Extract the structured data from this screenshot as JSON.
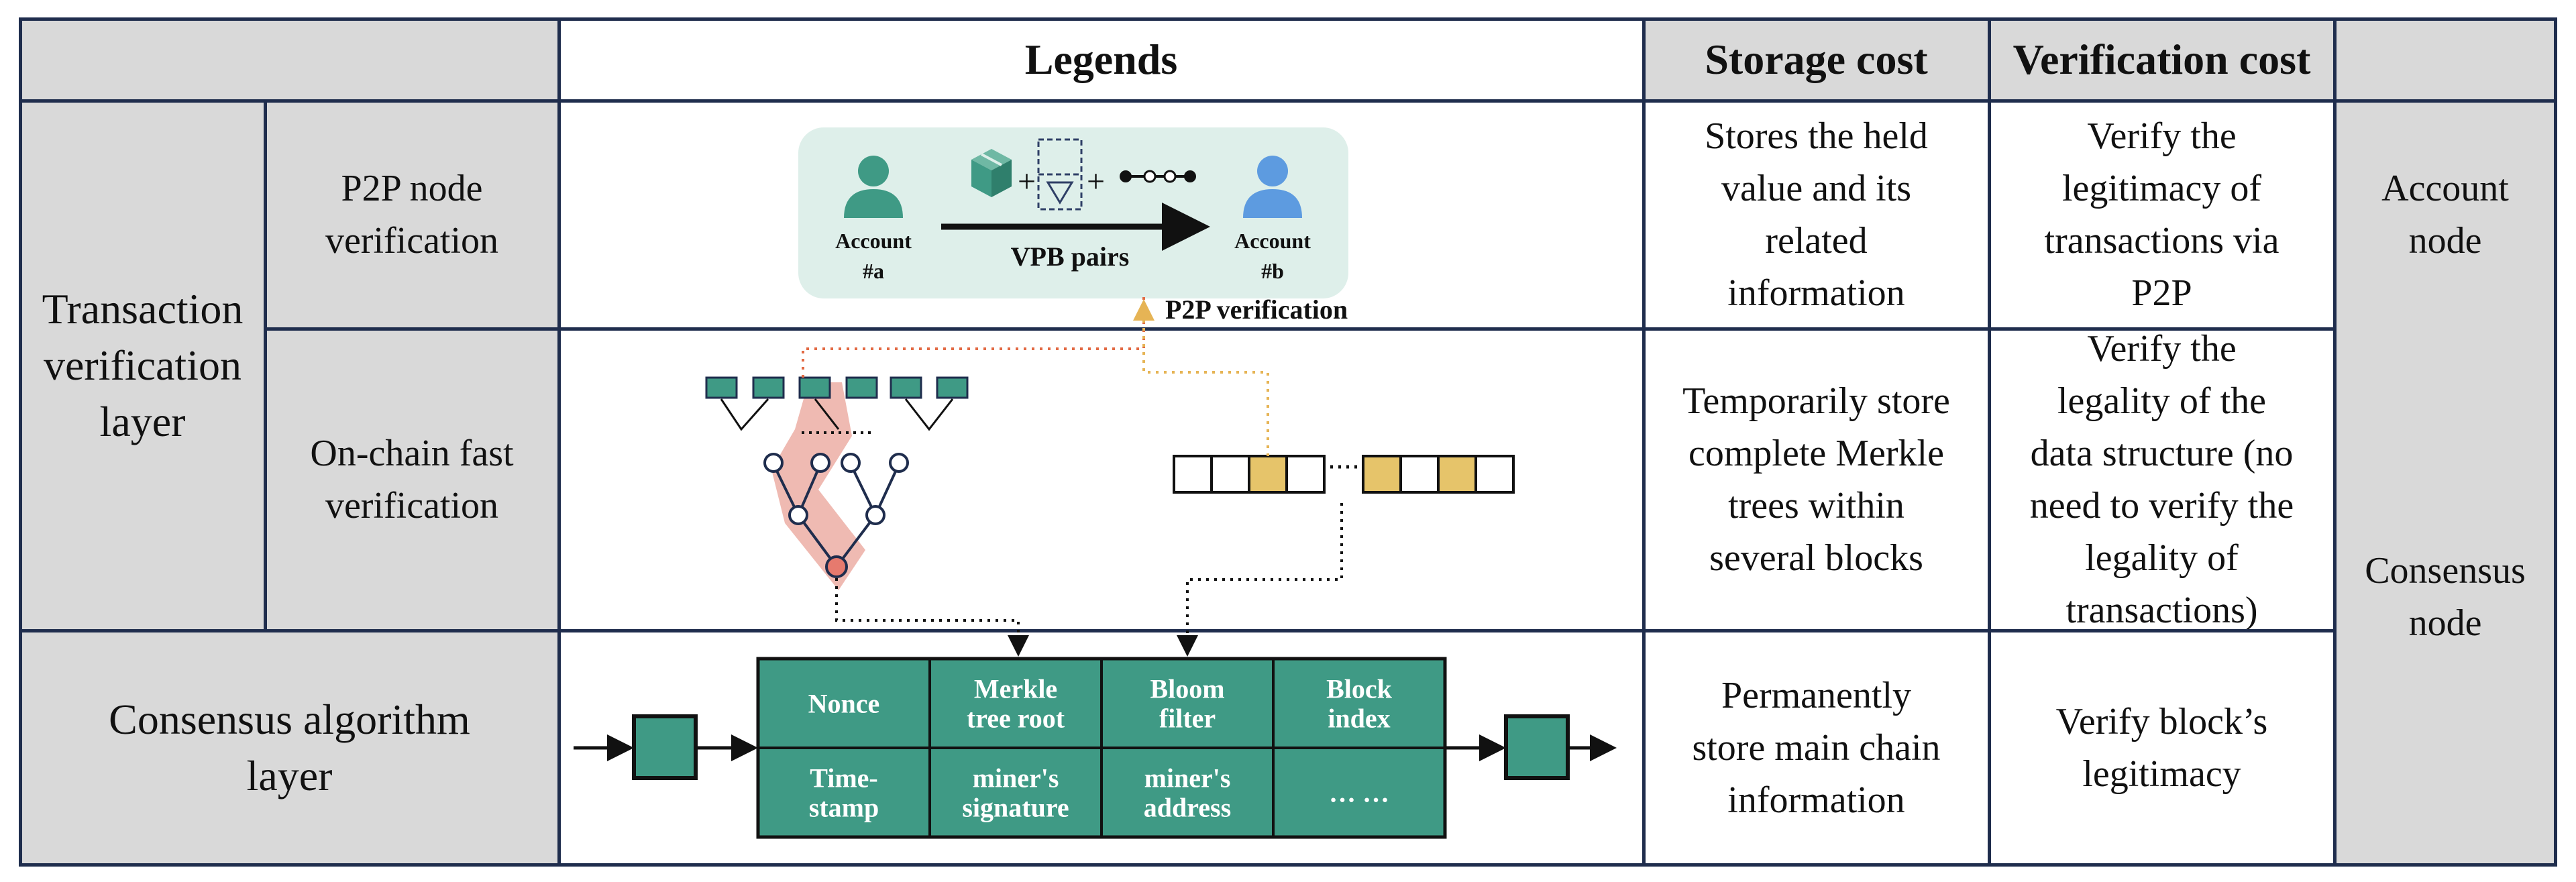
{
  "header": {
    "legends": "Legends",
    "storage_cost": "Storage cost",
    "verification_cost": "Verification cost"
  },
  "layers": {
    "transaction": "Transaction\nverification\nlayer",
    "consensus": "Consensus algorithm\nlayer"
  },
  "rows": {
    "p2p": {
      "name": "P2P node\nverification",
      "storage": "Stores the held\nvalue and its\nrelated\ninformation",
      "verification": "Verify the\nlegitimacy of\ntransactions via\nP2P"
    },
    "onchain": {
      "name": "On-chain fast\nverification",
      "storage": "Temporarily store\ncomplete Merkle\ntrees within\nseveral blocks",
      "verification": "Verify the\nlegality of the\ndata structure (no\nneed to verify the\nlegality of\ntransactions)"
    },
    "consensus": {
      "storage": "Permanently\nstore main chain\ninformation",
      "verification": "Verify block’s\nlegitimacy"
    }
  },
  "nodes": {
    "account": "Account\nnode",
    "consensus": "Consensus\nnode"
  },
  "legend": {
    "account_a": [
      "Account",
      "#a"
    ],
    "account_b": [
      "Account",
      "#b"
    ],
    "vpb_pairs": "VPB pairs",
    "p2p_verification": "P2P verification",
    "plus": "+",
    "block_fields": [
      [
        "Nonce"
      ],
      [
        "Merkle",
        "tree root"
      ],
      [
        "Bloom",
        "filter"
      ],
      [
        "Block",
        "index"
      ],
      [
        "Time-",
        "stamp"
      ],
      [
        "miner's",
        "signature"
      ],
      [
        "miner's",
        "address"
      ],
      [
        "… …"
      ]
    ]
  },
  "colors": {
    "teal": "#3f9a85",
    "gold": "#e6c46a",
    "panel": "#deefea",
    "person_a": "#3f9a85",
    "person_b": "#5d9be0",
    "red_highlight": "#ecaea4",
    "red_dot": "#e67a6e",
    "grid_line": "#1f2d4d"
  }
}
